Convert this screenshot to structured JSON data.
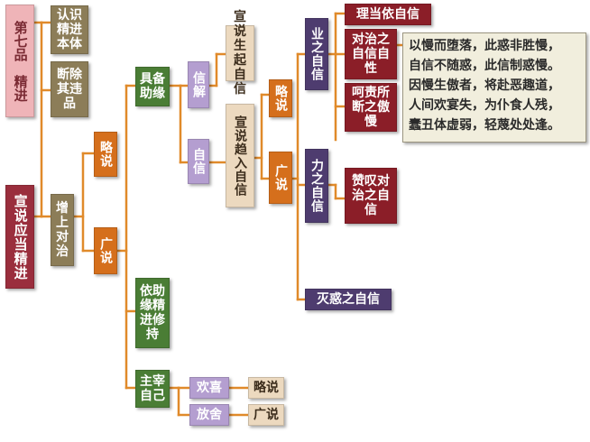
{
  "nodes": {
    "chapter": "第七品　精进",
    "recognize": "认识精进本体",
    "eliminate": "断除其违品",
    "root": "宣说应当精进",
    "increase": "增上对治",
    "brief1": "略说",
    "broad1": "广说",
    "prepare": "具备助缘",
    "relyon": "依助缘精进修持",
    "master": "主宰自己",
    "belief": "信解",
    "selfconf": "自信",
    "joy": "欢喜",
    "letgo": "放舍",
    "declare_arise": "宣说生起自信",
    "declare_enter": "宣说趋入自信",
    "brief2": "略说",
    "broad2": "广说",
    "brief3": "略说",
    "broad3": "广说",
    "karma": "业之自信",
    "power": "力之自信",
    "destroy": "灭惑之自信",
    "ought": "理当依自信",
    "counter": "对治之自信自性",
    "rebuke": "呵责所断之傲慢",
    "praise": "赞叹对治之自信",
    "note_lines": [
      "以慢而堕落，此惑非胜慢，",
      "自信不随惑，此信制惑慢。",
      "因慢生傲者，将赴恶趣道，",
      "人间欢宴失，为仆食人残，",
      "蠢丑体虚弱，轻蔑处处逢。"
    ]
  },
  "colors": {
    "connector": "#e08a2a"
  }
}
